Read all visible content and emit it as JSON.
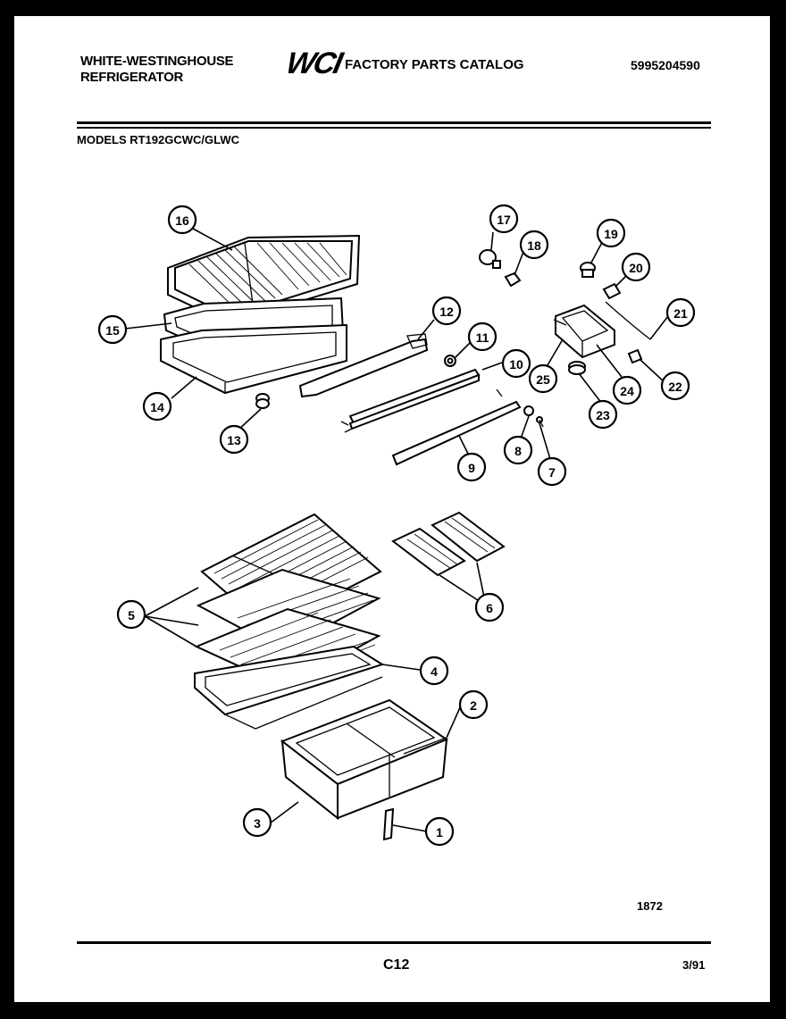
{
  "header": {
    "brand_line1": "WHITE-WESTINGHOUSE",
    "brand_line2": "REFRIGERATOR",
    "logo": "WCI",
    "catalog_title": "FACTORY PARTS CATALOG",
    "catalog_number": "5995204590"
  },
  "models": "MODELS RT192GCWC/GLWC",
  "callouts": [
    "1",
    "2",
    "3",
    "4",
    "5",
    "6",
    "7",
    "8",
    "9",
    "10",
    "11",
    "12",
    "13",
    "14",
    "15",
    "16",
    "17",
    "18",
    "19",
    "20",
    "21",
    "22",
    "23",
    "24",
    "25"
  ],
  "footer": {
    "drawing_number": "1872",
    "page_code": "C12",
    "date": "3/91"
  },
  "colors": {
    "paper": "#ffffff",
    "ink": "#000000",
    "border": "#000000"
  }
}
